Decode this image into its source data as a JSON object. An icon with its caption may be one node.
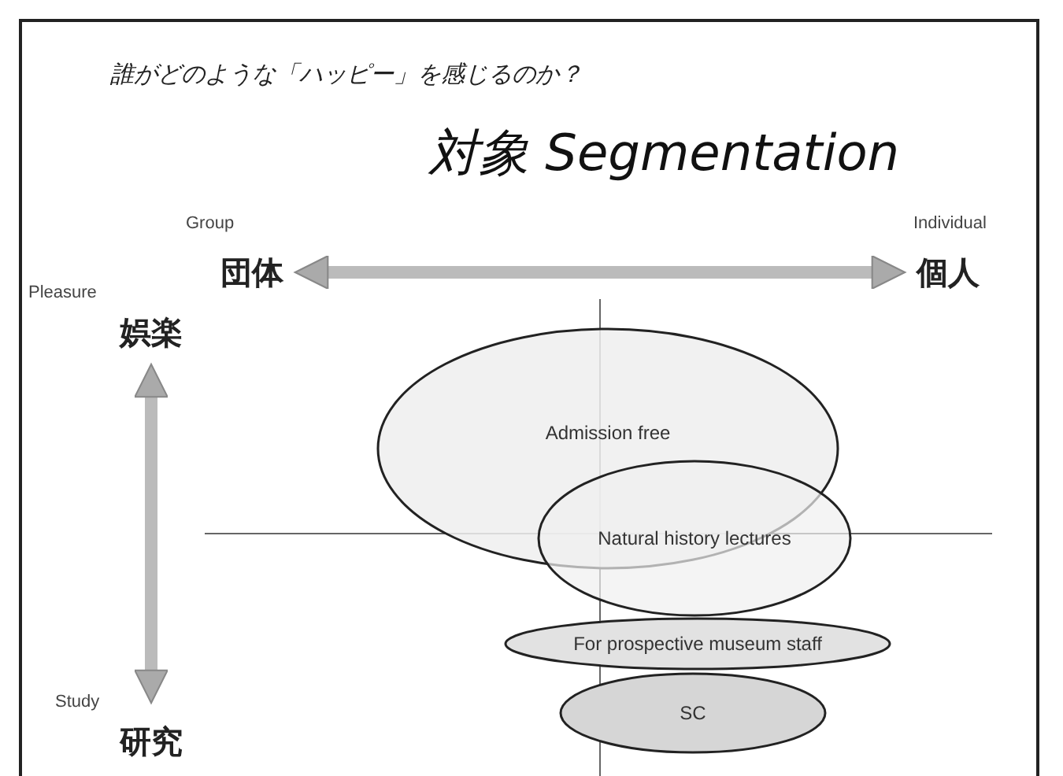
{
  "diagram": {
    "title": "対象 Segmentation",
    "nodes": [
      {
        "text": [
          "団体"
        ],
        "beside": [
          "Group"
        ]
      },
      {
        "text": [
          "個人"
        ],
        "beside": [
          "Individual"
        ]
      },
      {
        "text": [
          "娯楽"
        ],
        "beside": [
          "Pleasure"
        ]
      },
      {
        "text": [
          "研究"
        ],
        "beside": [
          "Study"
        ]
      },
      {
        "text": [
          "Admission free"
        ]
      },
      {
        "text": [
          "Natural history lectures"
        ]
      },
      {
        "text": [
          "For prospective museum staff"
        ]
      },
      {
        "text": [
          "SC"
        ]
      }
    ],
    "edges": [
      {
        "from": 0,
        "to": 1,
        "arrow": "both"
      },
      {
        "from": 2,
        "to": 3,
        "arrow": "both"
      }
    ],
    "labels": [
      "誰がどのような「ハッピー」を感じるのか？"
    ]
  }
}
